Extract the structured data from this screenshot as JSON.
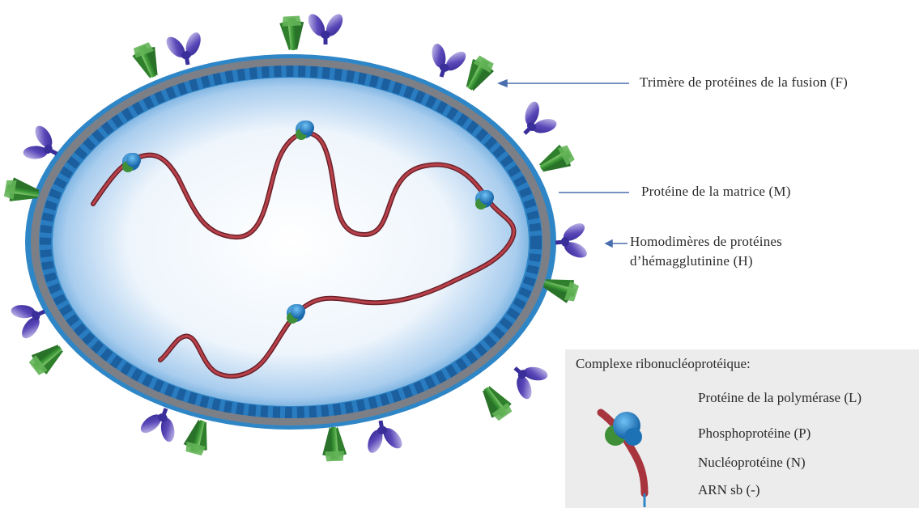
{
  "labels": {
    "fusion": "Trimère de protéines de la fusion (F)",
    "matrix": "Protéine de la matrice (M)",
    "hemagglutinin": "Homodimères de protéines d’hémagglutinine (H)"
  },
  "legend": {
    "title": "Complexe ribonucléoprotéique:",
    "items": [
      "Protéine de la polymérase (L)",
      "Phosphoprotéine (P)",
      "Nucléoprotéine (N)",
      "ARN sb (-)"
    ]
  },
  "colors": {
    "envelope": "#2f86c6",
    "matrix": "#7d7f86",
    "rna": "#a8343e",
    "fusion_protein": "#3f9a3b",
    "hemagglutinin": "#4b3fa8",
    "polymerase": "#1f7fc0",
    "phosphoprotein": "#3c8e3a"
  }
}
